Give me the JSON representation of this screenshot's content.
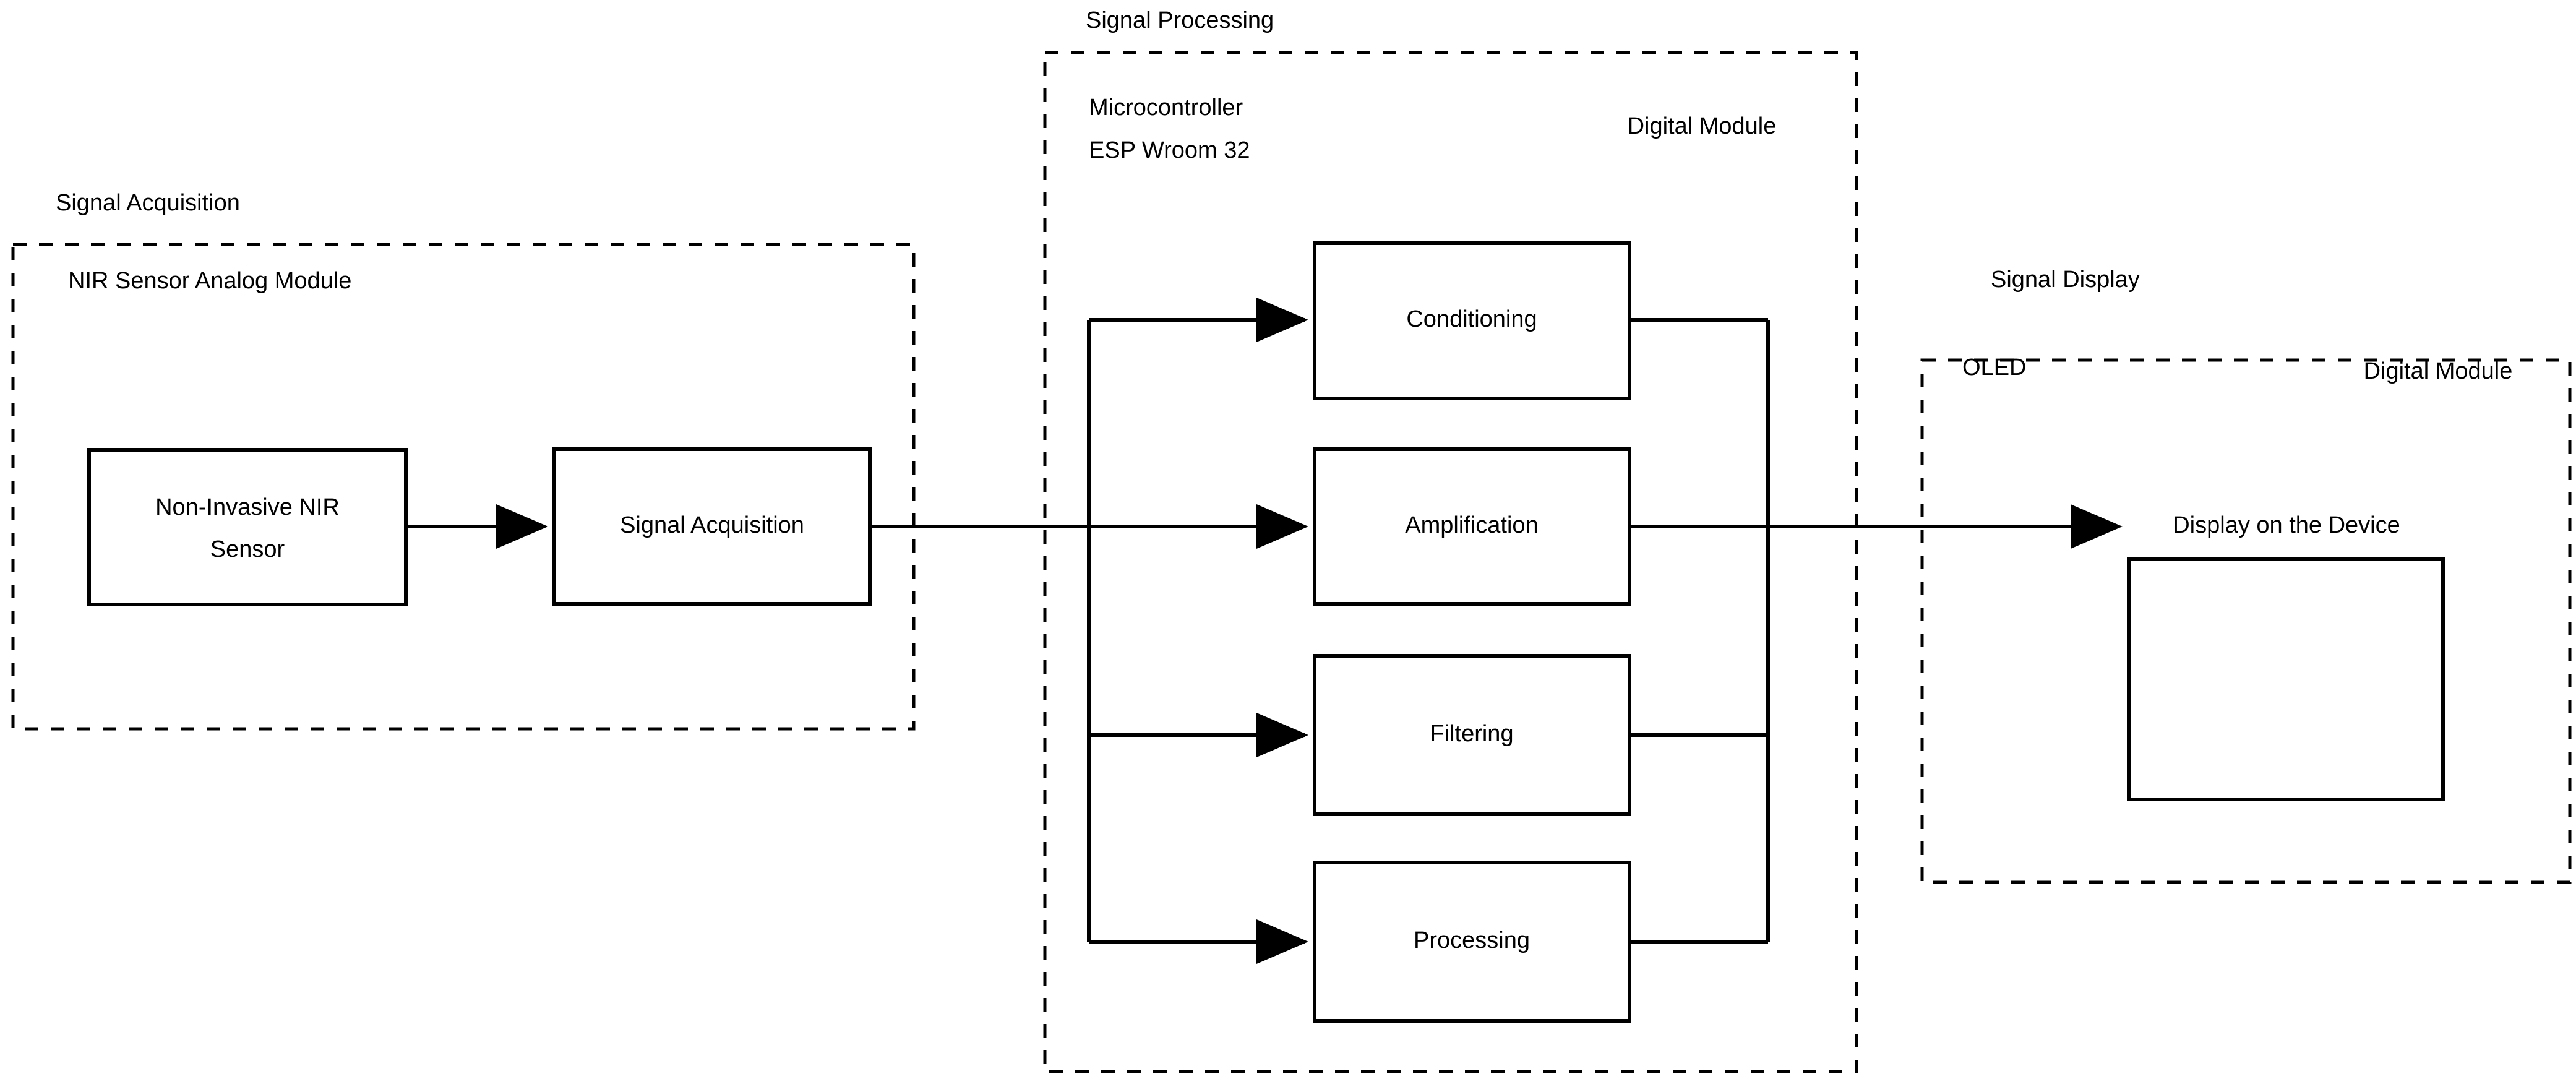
{
  "diagram": {
    "title": "NIR sensing signal chain block diagram",
    "background_color": "#ffffff",
    "line_color": "#000000",
    "groups": [
      {
        "id": "signal-acquisition",
        "title": "Signal Acquisition",
        "subtitle": "NIR Sensor Analog Module",
        "corner_label": ""
      },
      {
        "id": "signal-processing",
        "title": "Signal Processing",
        "subtitle_line1": "Microcontroller",
        "subtitle_line2": "ESP Wroom 32",
        "corner_label": "Digital Module"
      },
      {
        "id": "signal-display",
        "title": "Signal Display",
        "subtitle": "OLED",
        "corner_label": "Digital Module"
      }
    ],
    "blocks": [
      {
        "id": "nir-sensor",
        "line1": "Non-Invasive NIR",
        "line2": "Sensor"
      },
      {
        "id": "signal-acquisition-block",
        "line1": "Signal Acquisition",
        "line2": ""
      },
      {
        "id": "conditioning",
        "line1": "Conditioning",
        "line2": ""
      },
      {
        "id": "amplification",
        "line1": "Amplification",
        "line2": ""
      },
      {
        "id": "filtering",
        "line1": "Filtering",
        "line2": ""
      },
      {
        "id": "processing",
        "line1": "Processing",
        "line2": ""
      },
      {
        "id": "display-on-device",
        "line1": "Display on the Device",
        "line2": ""
      }
    ]
  }
}
